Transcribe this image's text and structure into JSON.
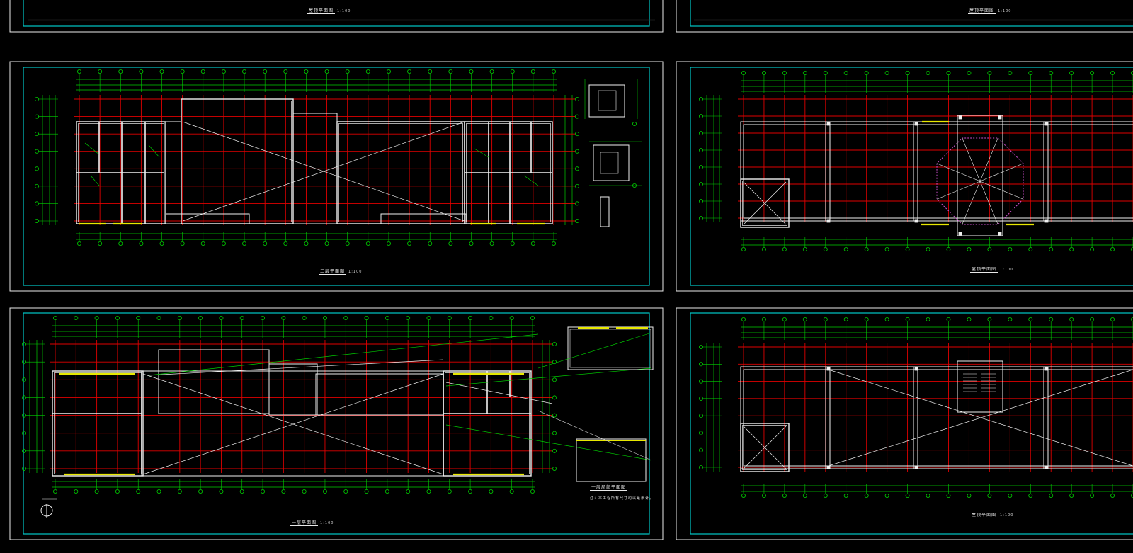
{
  "sheet": {
    "title": "CAD floor plan drawing sheet",
    "colors": {
      "background": "#000000",
      "frame": "#00c8c8",
      "grid_axis": "#e00000",
      "dimension": "#00d000",
      "wall": "#f0f0f0",
      "window": "#e8e800",
      "partition": "#d050d0"
    }
  },
  "panels": [
    {
      "id": "top-left-strip",
      "caption": "屋顶平面图",
      "scale": "1:100"
    },
    {
      "id": "top-right-strip",
      "caption": "屋顶平面图",
      "scale": "1:100"
    },
    {
      "id": "second-floor-plan",
      "caption": "二层平面图",
      "scale": "1:100"
    },
    {
      "id": "roof-plan-a",
      "caption": "屋顶平面图",
      "scale": "1:100"
    },
    {
      "id": "first-floor-plan",
      "caption": "一层平面图",
      "scale": "1:100"
    },
    {
      "id": "roof-plan-b",
      "caption": "屋顶平面图",
      "scale": "1:100"
    }
  ],
  "details": [
    {
      "id": "entrance-detail",
      "caption": "一层局部平面图",
      "note": "注：本工程所有尺寸均以毫米计。"
    }
  ]
}
